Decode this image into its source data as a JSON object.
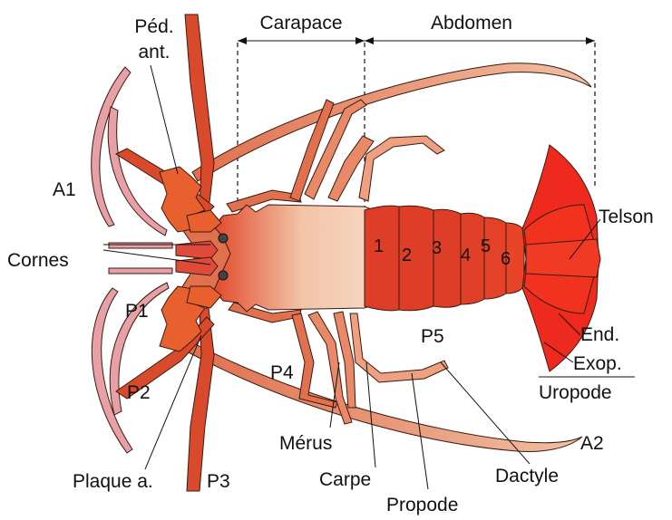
{
  "labels": {
    "carapace": "Carapace",
    "abdomen": "Abdomen",
    "ped_ant_1": "Péd.",
    "ped_ant_2": "ant.",
    "a1": "A1",
    "cornes": "Cornes",
    "p1": "P1",
    "p2": "P2",
    "p3": "P3",
    "p4": "P4",
    "p5": "P5",
    "plaque": "Plaque a.",
    "merus": "Mérus",
    "carpe": "Carpe",
    "propode": "Propode",
    "dactyle": "Dactyle",
    "a2": "A2",
    "telson": "Telson",
    "end": "End.",
    "exop": "Exop.",
    "uropode": "Uropode"
  },
  "segments": [
    "1",
    "2",
    "3",
    "4",
    "5",
    "6"
  ],
  "colors": {
    "body_dark": "#d93a22",
    "body_light": "#f2c4a8",
    "legs": "#e0704e",
    "legs_light": "#eea080",
    "antenna_pink": "#e6a0a6",
    "tail_red": "#ee2a1e",
    "outline": "#3a1a10"
  }
}
